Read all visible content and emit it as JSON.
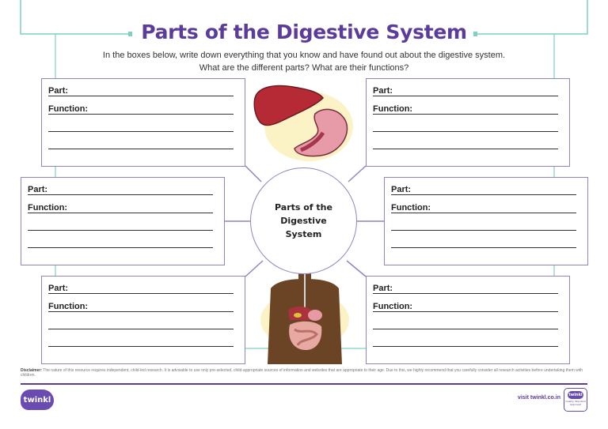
{
  "title": "Parts of the Digestive System",
  "intro": {
    "line1": "In the boxes below, write down everything that you know and have found out about the digestive system.",
    "line2": "What are the different parts? What are their functions?"
  },
  "center_label": {
    "line1": "Parts of the",
    "line2": "Digestive System"
  },
  "boxes": [
    {
      "part": "Part:",
      "function": "Function:"
    },
    {
      "part": "Part:",
      "function": "Function:"
    },
    {
      "part": "Part:",
      "function": "Function:"
    },
    {
      "part": "Part:",
      "function": "Function:"
    },
    {
      "part": "Part:",
      "function": "Function:"
    },
    {
      "part": "Part:",
      "function": "Function:"
    }
  ],
  "disclaimer": {
    "label": "Disclaimer:",
    "text": "The nature of this resource requires independent, child-led research. It is advisable to use only pre-selected, child-appropriate sources of information and websites that are appropriate to their age. Due to this, we highly recommend that you carefully consider all research activities before undertaking them with children."
  },
  "footer": {
    "logo": "twinkl",
    "visit": "visit twinkl.co.in",
    "badge_top": "twinkl",
    "badge_text": "Quality Standard Approved"
  },
  "colors": {
    "accent": "#5b3c9b",
    "border": "#9184c4",
    "frame": "#7fd0c0"
  }
}
